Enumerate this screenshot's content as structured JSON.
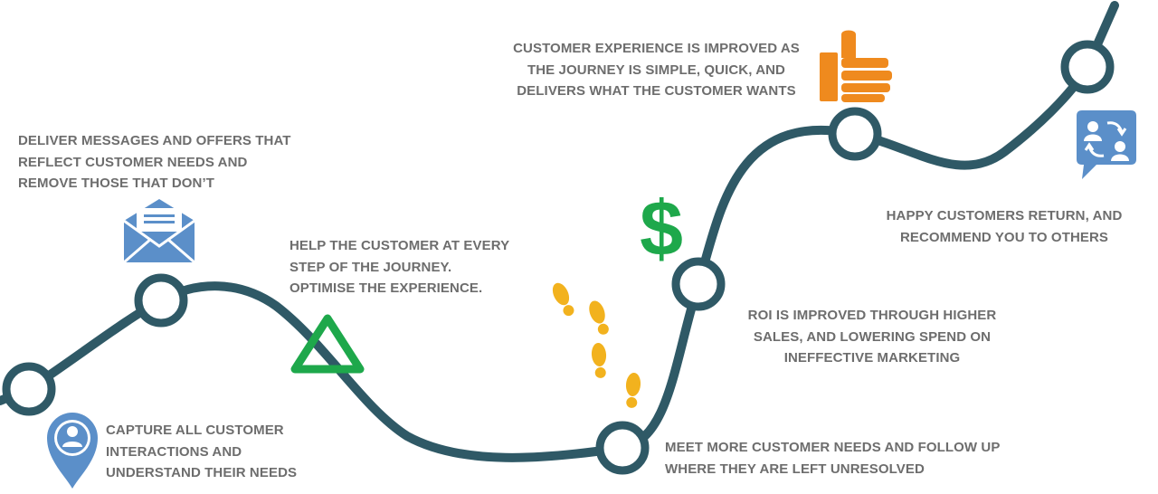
{
  "colors": {
    "path": "#2f5966",
    "node_fill": "#ffffff",
    "text": "#6d6d6d",
    "blue_icon": "#5b8fc9",
    "green_icon": "#1ea84b",
    "orange_icon": "#ef8a1e",
    "yellow_icon": "#f2b21e"
  },
  "captions": {
    "capture": [
      "CAPTURE ALL CUSTOMER",
      "INTERACTIONS AND",
      "UNDERSTAND THEIR NEEDS"
    ],
    "deliver": [
      "DELIVER MESSAGES AND OFFERS THAT",
      "REFLECT CUSTOMER NEEDS AND",
      "REMOVE THOSE THAT DON’T"
    ],
    "help": [
      "HELP THE CUSTOMER AT EVERY",
      "STEP OF THE JOURNEY.",
      "OPTIMISE THE EXPERIENCE."
    ],
    "meet": [
      "MEET MORE CUSTOMER NEEDS AND FOLLOW UP",
      "WHERE THEY ARE LEFT UNRESOLVED"
    ],
    "roi": [
      "ROI IS IMPROVED THROUGH HIGHER",
      "SALES, AND LOWERING SPEND ON",
      "INEFFECTIVE MARKETING"
    ],
    "experience": [
      "CUSTOMER EXPERIENCE IS IMPROVED AS",
      "THE JOURNEY IS SIMPLE, QUICK, AND",
      "DELIVERS WHAT THE CUSTOMER WANTS"
    ],
    "happy": [
      "HAPPY CUSTOMERS RETURN, AND",
      "RECOMMEND YOU TO OTHERS"
    ]
  },
  "icons": {
    "customer": "user-location-pin-icon",
    "message": "envelope-icon",
    "help": "triangle-icon",
    "steps": "footprints-icon",
    "money": "dollar-sign-icon",
    "approval": "thumbs-up-icon",
    "referral": "chat-users-icon"
  },
  "dollar_glyph": "$"
}
